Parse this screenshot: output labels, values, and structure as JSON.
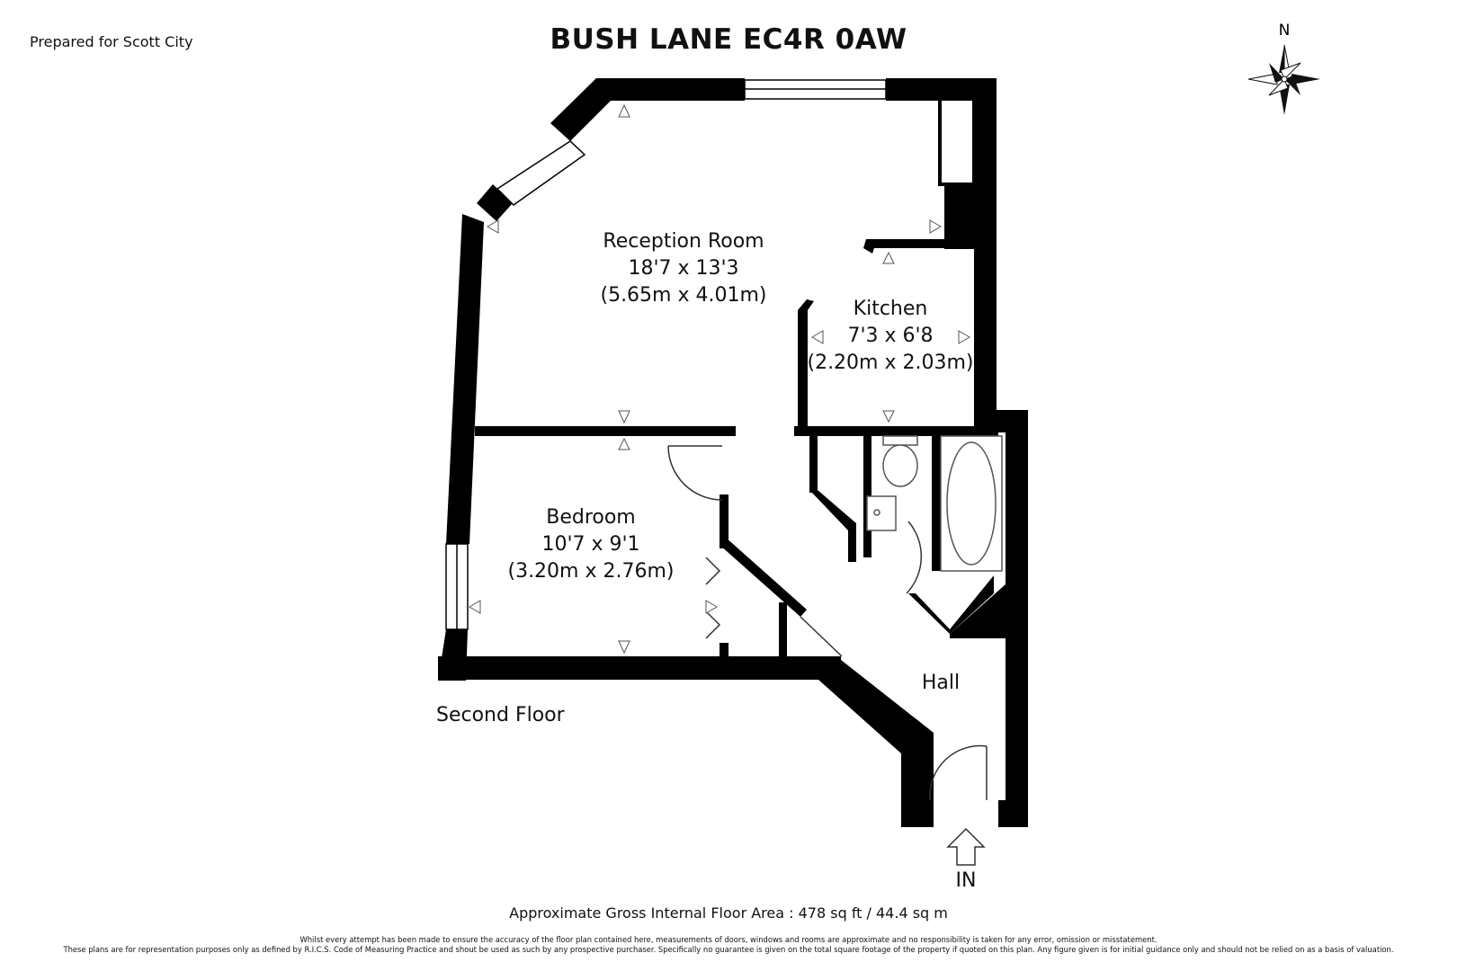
{
  "header": {
    "prepared_for": "Prepared for Scott City",
    "title": "BUSH LANE EC4R 0AW"
  },
  "compass": {
    "north_label": "N"
  },
  "rooms": [
    {
      "name": "Reception Room",
      "imperial": "18'7 x 13'3",
      "metric": "(5.65m x 4.01m)"
    },
    {
      "name": "Kitchen",
      "imperial": "7'3 x 6'8",
      "metric": "(2.20m x 2.03m)"
    },
    {
      "name": "Bedroom",
      "imperial": "10'7 x 9'1",
      "metric": "(3.20m x 2.76m)"
    },
    {
      "name": "Hall"
    }
  ],
  "floor_label": "Second Floor",
  "entrance_label": "IN",
  "footer": {
    "area": "Approximate Gross Internal Floor Area : 478 sq ft / 44.4 sq m",
    "disclaimer_1": "Whilst every attempt has been made to ensure the accuracy of the floor plan contained here, measurements of doors, windows and rooms are approximate and no responsibility is taken for any error, omission or misstatement.",
    "disclaimer_2": "These plans are for representation purposes only as defined by R.I.C.S. Code of Measuring Practice and shout be used as such by any prospective purchaser. Specifically no guarantee is given on the total square footage of the property if quoted on this plan. Any figure given is for initial guidance only and should not be relied on as a basis of valuation."
  },
  "colors": {
    "wall": "#000000",
    "background": "#ffffff",
    "fixture_stroke": "#555555"
  }
}
